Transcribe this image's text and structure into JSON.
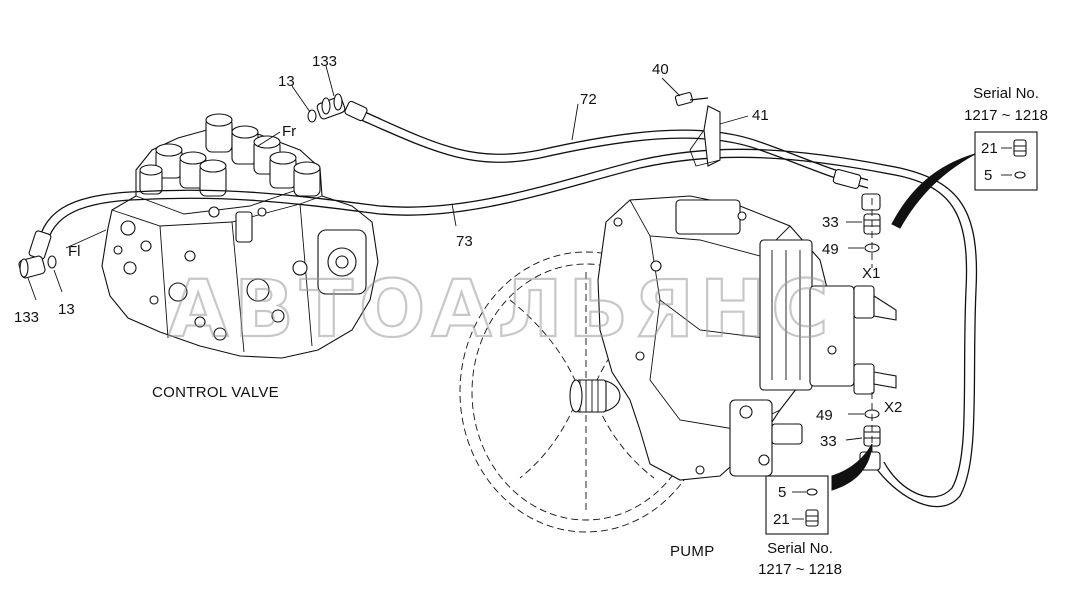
{
  "watermark": "АВТОАЛЬЯНС",
  "labels": {
    "control_valve": "CONTROL VALVE",
    "pump": "PUMP"
  },
  "callouts": {
    "c133_top": "133",
    "c13_top": "13",
    "fr": "Fr",
    "fl": "Fl",
    "c133_left": "133",
    "c13_left": "13",
    "c72": "72",
    "c73": "73",
    "c40": "40",
    "c41": "41",
    "c33_top": "33",
    "c49_top": "49",
    "x1": "X1",
    "x2": "X2",
    "c49_bottom": "49",
    "c33_bottom": "33"
  },
  "serial_top": {
    "title": "Serial No.",
    "range": "1217 ~ 1218",
    "row1_num": "21",
    "row2_num": "5"
  },
  "serial_bottom": {
    "title": "Serial No.",
    "range": "1217 ~ 1218",
    "row1_num": "5",
    "row2_num": "21"
  },
  "colors": {
    "ink": "#111111",
    "watermark": "#9a9a9a",
    "background": "#ffffff"
  }
}
